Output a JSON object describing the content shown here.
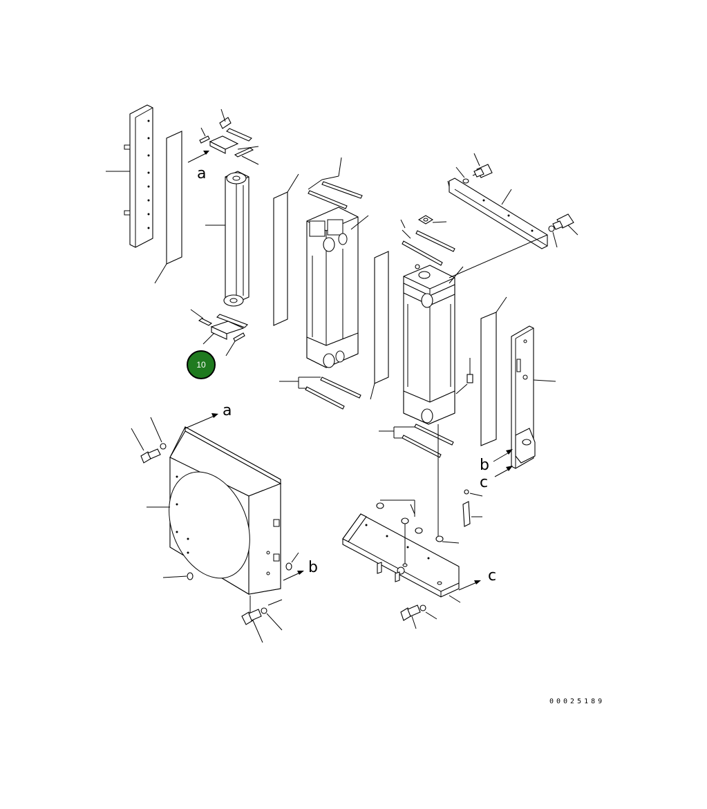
{
  "diagram": {
    "ref_labels": {
      "a_upper": "a",
      "a_lower": "a",
      "b_right": "b",
      "b_lower": "b",
      "c_right": "c",
      "c_lower": "c"
    },
    "callout_badge": {
      "number": "10",
      "color": "#1f7a1f"
    },
    "document_id": "00025189"
  }
}
